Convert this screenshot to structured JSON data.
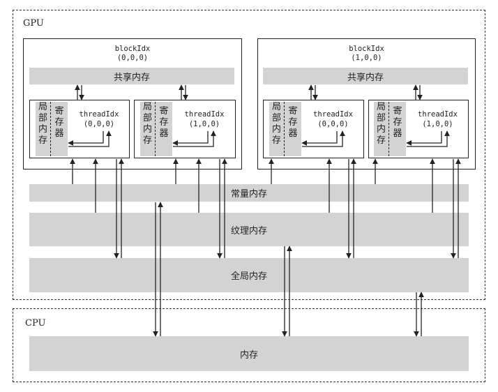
{
  "gpu": {
    "label": "GPU",
    "blocks": [
      {
        "title": "blockIdx",
        "index": "(0,0,0)",
        "shared": "共享内存",
        "threads": [
          {
            "title": "threadIdx",
            "index": "(0,0,0)",
            "local": "局部内存",
            "reg": "寄存器"
          },
          {
            "title": "threadIdx",
            "index": "(1,0,0)",
            "local": "局部内存",
            "reg": "寄存器"
          }
        ]
      },
      {
        "title": "blockIdx",
        "index": "(1,0,0)",
        "shared": "共享内存",
        "threads": [
          {
            "title": "threadIdx",
            "index": "(0,0,0)",
            "local": "局部内存",
            "reg": "寄存器"
          },
          {
            "title": "threadIdx",
            "index": "(1,0,0)",
            "local": "局部内存",
            "reg": "寄存器"
          }
        ]
      }
    ],
    "constant_memory": "常量内存",
    "texture_memory": "纹理内存",
    "global_memory": "全局内存"
  },
  "cpu": {
    "label": "CPU",
    "memory": "内存"
  },
  "colors": {
    "memory_fill": "#d3d3d3",
    "line": "#222222"
  }
}
